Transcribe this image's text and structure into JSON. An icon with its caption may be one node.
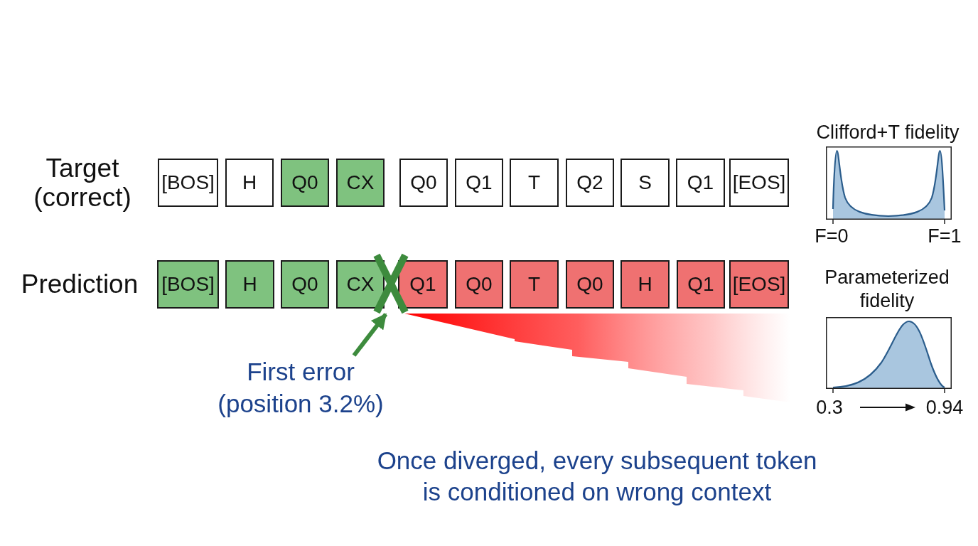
{
  "diagram": {
    "nodes": [
      {
        "text": [
          "[BOS]"
        ]
      },
      {
        "text": [
          "H"
        ]
      },
      {
        "text": [
          "Q0"
        ]
      },
      {
        "text": [
          "CX"
        ]
      },
      {
        "text": [
          "Q0"
        ]
      },
      {
        "text": [
          "Q1"
        ]
      },
      {
        "text": [
          "T"
        ]
      },
      {
        "text": [
          "Q2"
        ]
      },
      {
        "text": [
          "S"
        ]
      },
      {
        "text": [
          "Q1"
        ]
      },
      {
        "text": [
          "[EOS]"
        ]
      },
      {
        "text": [
          "[BOS]"
        ]
      },
      {
        "text": [
          "H"
        ]
      },
      {
        "text": [
          "Q0"
        ]
      },
      {
        "text": [
          "CX"
        ]
      },
      {
        "text": [
          "Q1"
        ]
      },
      {
        "text": [
          "Q0"
        ]
      },
      {
        "text": [
          "T"
        ]
      },
      {
        "text": [
          "Q0"
        ]
      },
      {
        "text": [
          "H"
        ]
      },
      {
        "text": [
          "Q1"
        ]
      },
      {
        "text": [
          "[EOS]"
        ]
      },
      {
        "text": [],
        "shape": "cross"
      },
      {
        "text": [],
        "shape": "wedge"
      },
      {
        "text": [
          "First error (position 3.2%)"
        ]
      }
    ],
    "edges": [
      {
        "from": 24,
        "to": 22,
        "arrow": "to"
      }
    ],
    "labels": [
      "Target (correct)",
      "Prediction",
      "Clifford+T fidelity",
      "F=0",
      "F=1",
      "Parameterized fidelity",
      "0.3",
      "0.94",
      "Once diverged, every subsequent token is conditioned on wrong context"
    ]
  }
}
